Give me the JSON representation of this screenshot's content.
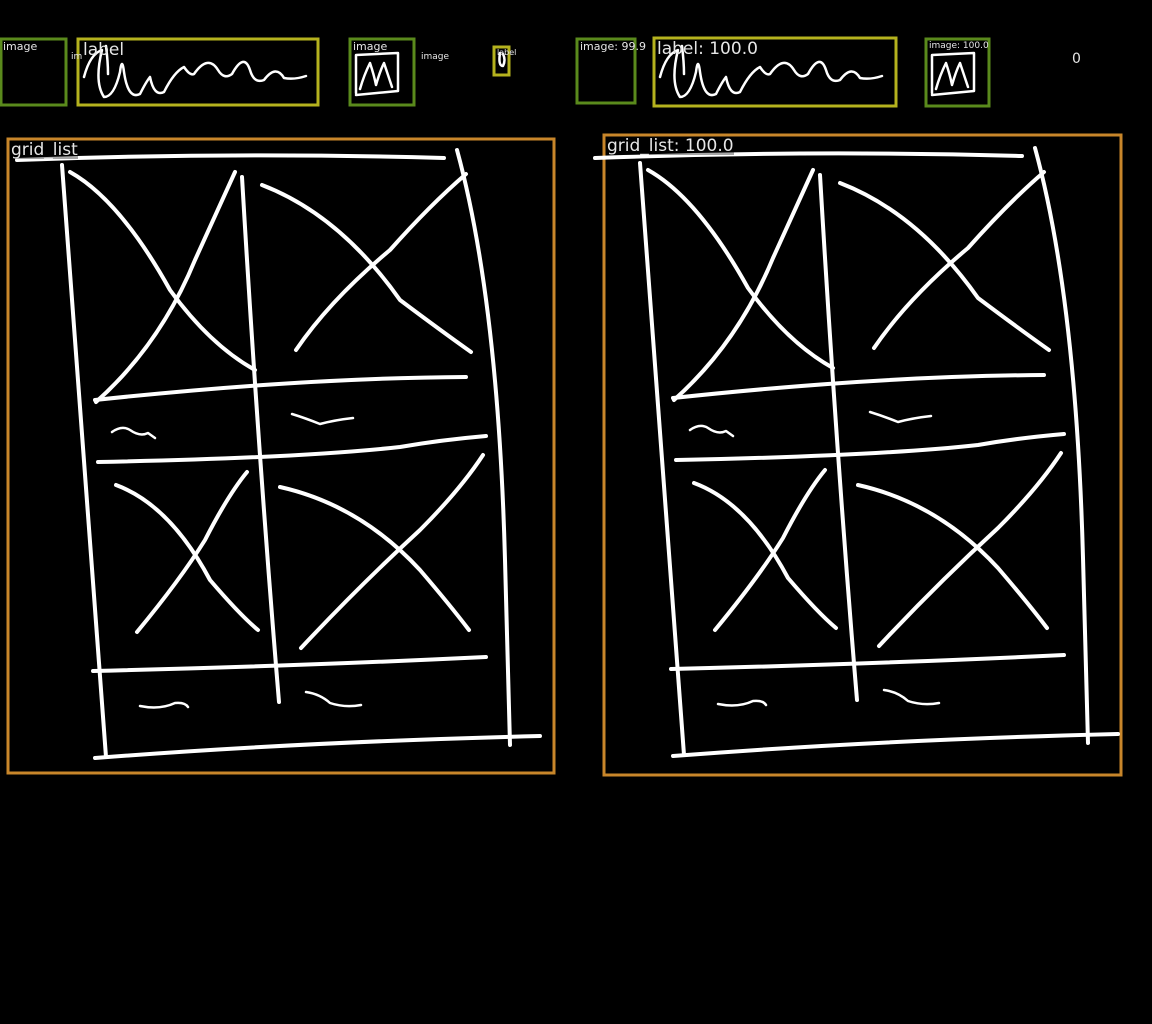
{
  "left_panel": {
    "image_1": "image",
    "image_1_sub": "im",
    "label_1": "label",
    "image_2": "image",
    "image_3": "image",
    "label_2": "label",
    "grid": "grid_list"
  },
  "right_panel": {
    "image_1": "image: 99.9",
    "label_1": "label: 100.0",
    "image_2": "image: 100.0",
    "label_2": "0",
    "grid": "grid_list: 100.0"
  },
  "colors": {
    "image": "#5a8a1c",
    "label": "#b5b21e",
    "grid_list": "#c8862a",
    "background": "#000000",
    "sketch": "#ffffff"
  }
}
